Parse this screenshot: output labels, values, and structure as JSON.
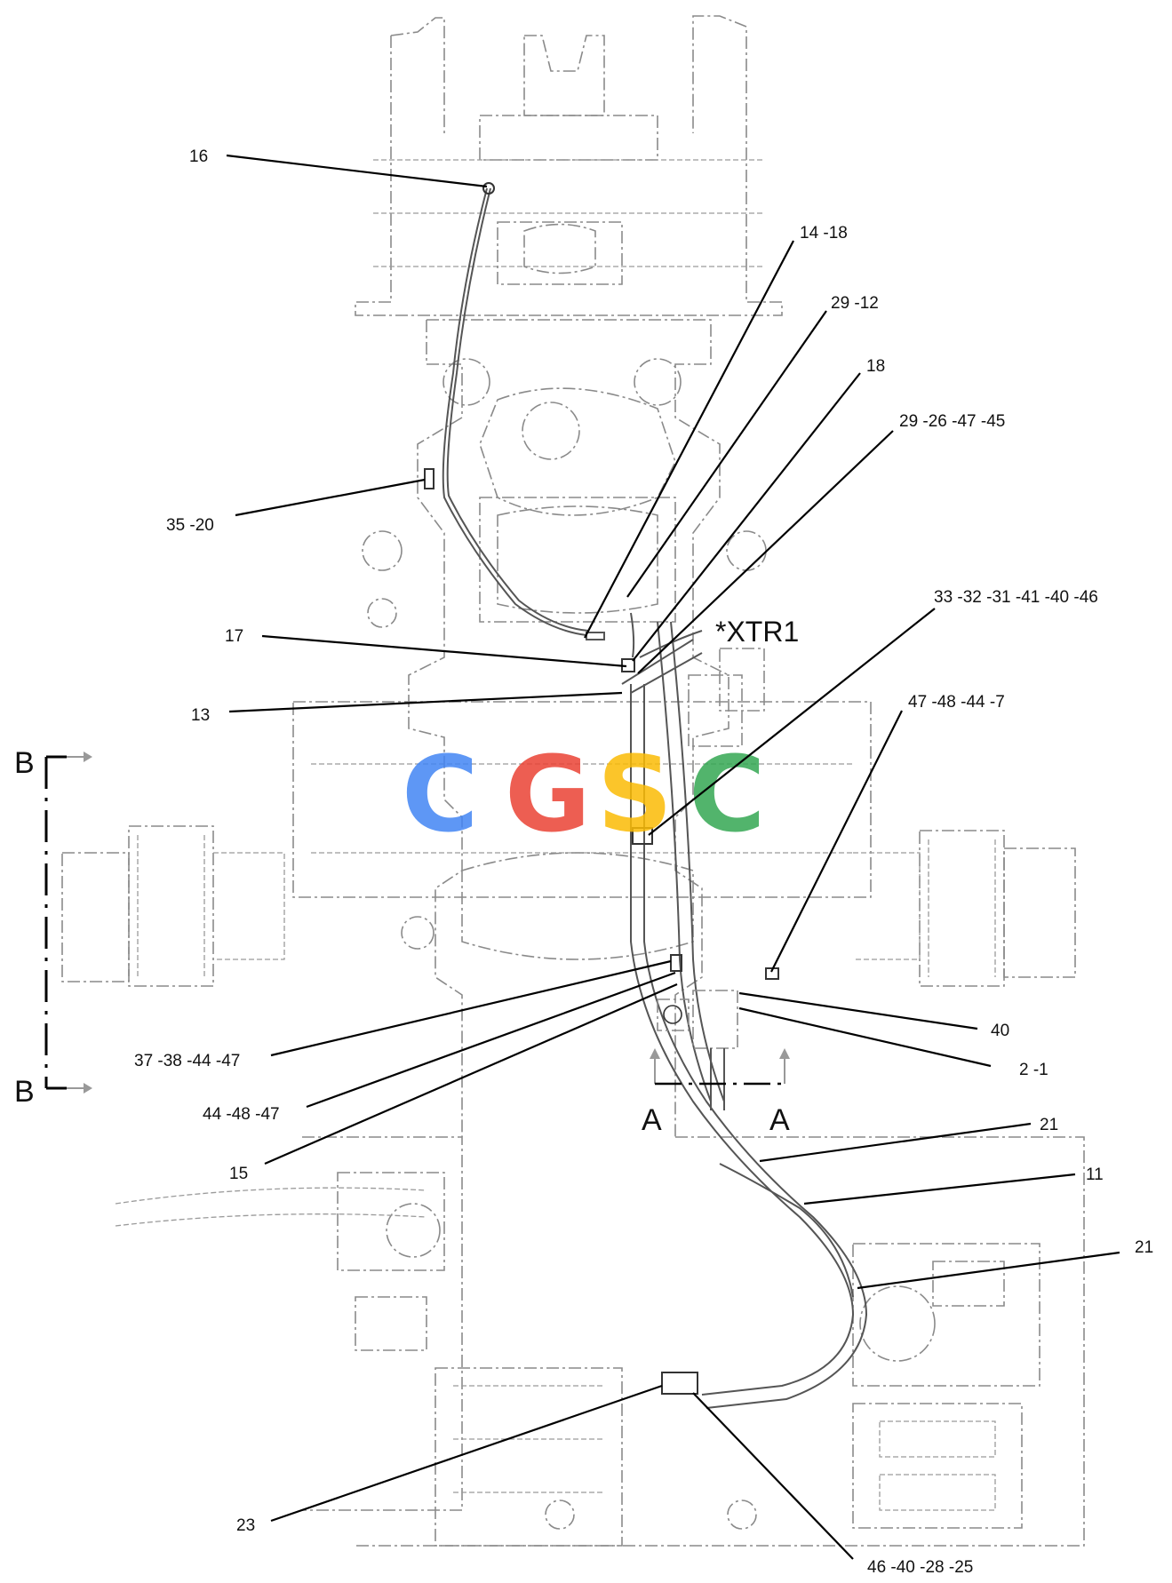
{
  "callouts": {
    "c16": "16",
    "c14_18": "14 -18",
    "c29_12": "29 -12",
    "c18": "18",
    "c29_26_47_45": "29 -26 -47 -45",
    "c35_20": "35 -20",
    "c33_32": "33 -32 -31 -41 -40 -46",
    "c17": "17",
    "c13": "13",
    "c47_48_44_7": "47 -48 -44 -7",
    "c40": "40",
    "c2_1": "2 -1",
    "c37_38": "37 -38 -44 -47",
    "c44_48_47": "44 -48 -47",
    "c15": "15",
    "c21a": "21",
    "c11": "11",
    "c21b": "21",
    "c23": "23",
    "c46_40": "46 -40 -28 -25"
  },
  "section_marks": {
    "b_top": "B",
    "b_bottom": "B",
    "a_left": "A",
    "a_right": "A"
  },
  "xtr_label": "*XTR1",
  "watermark": {
    "letters": [
      "C",
      "G",
      "S",
      "C"
    ],
    "colors": [
      "#4285F4",
      "#EA4335",
      "#FBBC05",
      "#34A853"
    ]
  }
}
